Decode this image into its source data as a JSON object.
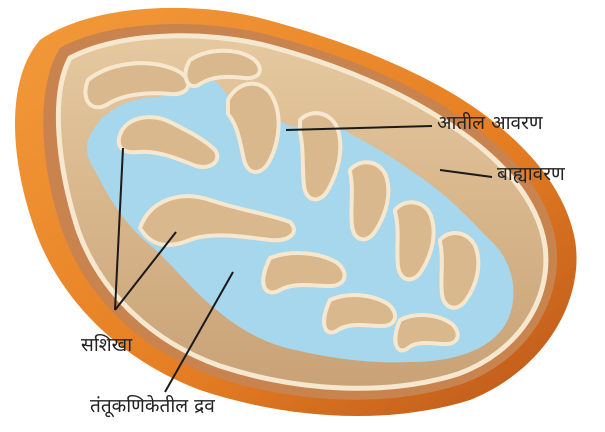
{
  "labels": {
    "inner_membrane": "आतील आवरण",
    "outer_membrane": "बाह्यावरण",
    "cristae": "सशिखा",
    "matrix": "तंतूकणिकेतील द्रव"
  },
  "colors": {
    "outer_membrane": "#E9862A",
    "outer_membrane_dark": "#B9561A",
    "intermembrane_space": "#C67E4A",
    "inner_membrane": "#F4E3C6",
    "cristae_tan": "#D9B88E",
    "matrix_fluid": "#A6D7EC",
    "leader_line": "#1a1a1a"
  }
}
